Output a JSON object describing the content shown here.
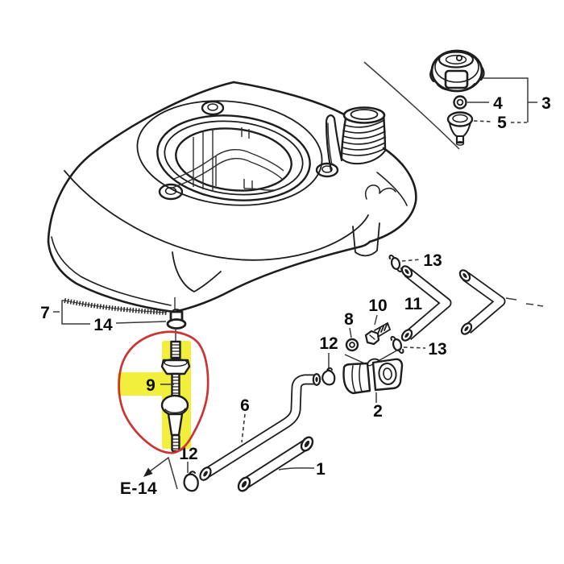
{
  "figure": {
    "type": "exploded-parts-diagram",
    "subject": "fuel-tank-assembly",
    "reference_label": "E-14",
    "highlighted_part": "9",
    "colors": {
      "line": "#1d1d1d",
      "background": "#ffffff",
      "highlight_fill": "#f2ee3c",
      "highlight_ring": "#cc3333"
    },
    "callouts": {
      "p1": "1",
      "p2": "2",
      "p3": "3",
      "p4": "4",
      "p5": "5",
      "p6": "6",
      "p7": "7",
      "p8": "8",
      "p9": "9",
      "p10": "10",
      "p11": "11",
      "p12_hose_clip": "12",
      "p12_valve_clip": "12",
      "p13_upper_clamp": "13",
      "p13_lower_clamp": "13",
      "p14": "14"
    }
  }
}
